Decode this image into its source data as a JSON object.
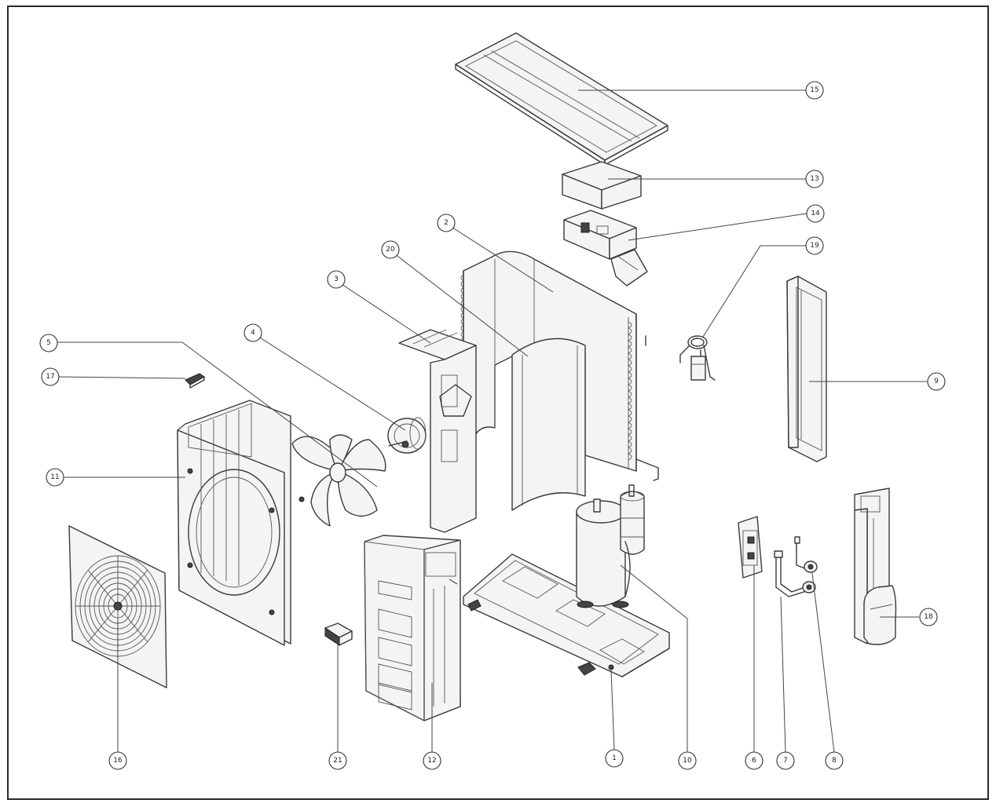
{
  "callouts": [
    {
      "id": "c15",
      "label": "15"
    },
    {
      "id": "c13",
      "label": "13"
    },
    {
      "id": "c14",
      "label": "14"
    },
    {
      "id": "c19",
      "label": "19"
    },
    {
      "id": "c2",
      "label": "2"
    },
    {
      "id": "c20",
      "label": "20"
    },
    {
      "id": "c3",
      "label": "3"
    },
    {
      "id": "c4",
      "label": "4"
    },
    {
      "id": "c5",
      "label": "5"
    },
    {
      "id": "c17",
      "label": "17"
    },
    {
      "id": "c9",
      "label": "9"
    },
    {
      "id": "c11",
      "label": "11"
    },
    {
      "id": "c18",
      "label": "18"
    },
    {
      "id": "c16",
      "label": "16"
    },
    {
      "id": "c21",
      "label": "21"
    },
    {
      "id": "c12",
      "label": "12"
    },
    {
      "id": "c1",
      "label": "1"
    },
    {
      "id": "c10",
      "label": "10"
    },
    {
      "id": "c6",
      "label": "6"
    },
    {
      "id": "c7",
      "label": "7"
    },
    {
      "id": "c8",
      "label": "8"
    }
  ]
}
